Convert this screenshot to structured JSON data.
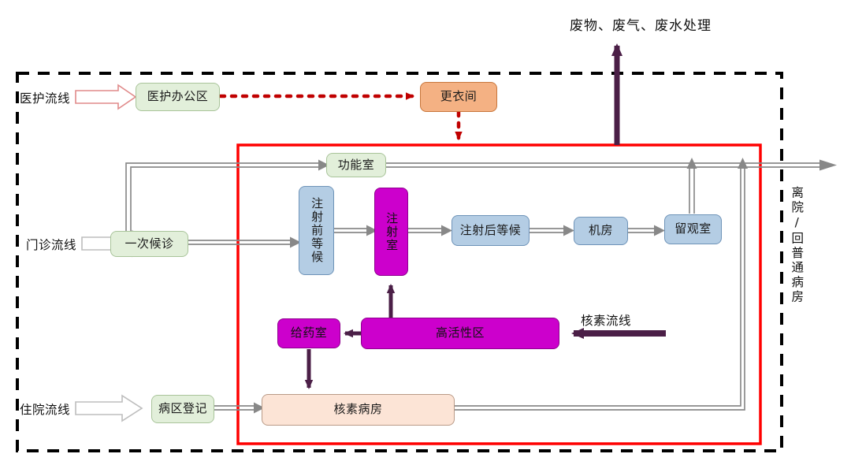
{
  "diagram": {
    "title_top": "废物、废气、废水处理",
    "exit_label": "离院/回普通病房",
    "flows": {
      "staff": "医护流线",
      "outpatient": "门诊流线",
      "inpatient": "住院流线",
      "nuclide": "核素流线"
    },
    "nodes": {
      "staff_office": "医护办公区",
      "changing_room": "更衣间",
      "first_waiting": "一次候诊",
      "function_room": "功能室",
      "pre_injection_wait": "注射前等候",
      "injection_room": "注射室",
      "post_injection_wait": "注射后等候",
      "machine_room": "机房",
      "observation_room": "留观室",
      "drug_room": "给药室",
      "high_activity_zone": "高活性区",
      "ward_registration": "病区登记",
      "nuclide_ward": "核素病房"
    },
    "colors": {
      "controlled_zone_border": "#ff0000",
      "site_boundary": "#000000",
      "staff_flow": "#c00000",
      "nuclide_flow": "#4b1f47",
      "patient_flow": "#808080",
      "green_fill": "#e2efda",
      "orange_fill": "#f4b183",
      "blue_fill": "#b4cde4",
      "magenta_fill": "#cc00cc",
      "peach_fill": "#fce4d6"
    }
  }
}
